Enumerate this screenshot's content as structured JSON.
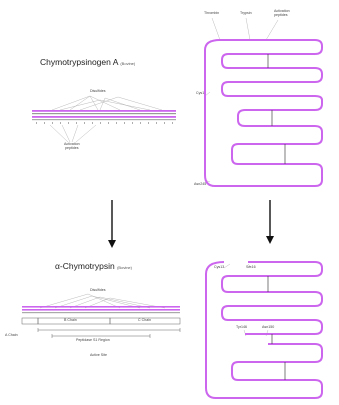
{
  "top_left": {
    "title": "Chymotrypsinogen A",
    "title_sub": "(Bovine)",
    "disulfides": "Disulfides",
    "activation_peptides": "Activation\npeptides"
  },
  "bottom_left": {
    "title": "α-Chymotrypsin",
    "title_sub": "(Bovine)",
    "disulfides": "Disulfides",
    "a_chain": "A Chain",
    "b_chain": "B Chain",
    "c_chain": "C Chain",
    "peptidase_region": "Peptidase S1 Region",
    "active_site": "Active Site"
  },
  "top_right": {
    "label_thrombin": "Thrombin",
    "label_trypsin": "Trypsin",
    "label_activation": "Activation\npeptides",
    "label_cys": "Cys1",
    "label_asn": "Asn245"
  },
  "bottom_right": {
    "label_cys13": "Cys13",
    "label_ser16": "Ser16",
    "label_tyr146": "Tyr146",
    "label_asn150": "Asn150"
  },
  "colors": {
    "strand": "#cc66ee",
    "line": "#888888",
    "arrow": "#111111"
  }
}
